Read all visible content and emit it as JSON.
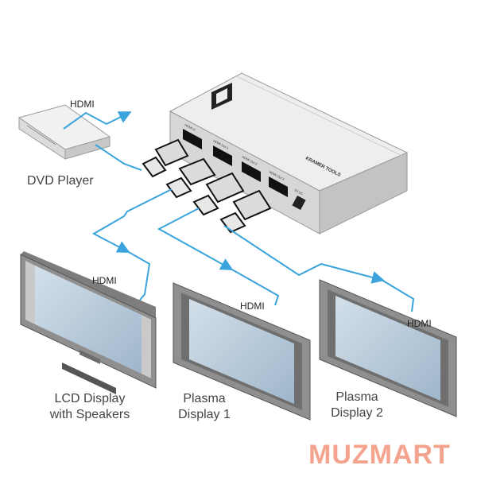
{
  "labels": {
    "cable": "HDMI",
    "dvd_player": "DVD Player",
    "lcd_line1": "LCD Display",
    "lcd_line2": "with Speakers",
    "plasma1_line1": "Plasma",
    "plasma1_line2": "Display 1",
    "plasma2_line1": "Plasma",
    "plasma2_line2": "Display 2"
  },
  "device": {
    "brand_text": "KRAMER TOOLS",
    "ports": [
      "HDMI In",
      "HDMI Out 1",
      "HDMI Out 2",
      "HDMI Out 3"
    ],
    "power_label": "5V DC"
  },
  "watermark": "MUZMART",
  "colors": {
    "cable": "#3ba4dc",
    "brand_watermark": "#f4a48e",
    "device_body": "#e3e3e3",
    "screen": "#b6c9da"
  }
}
